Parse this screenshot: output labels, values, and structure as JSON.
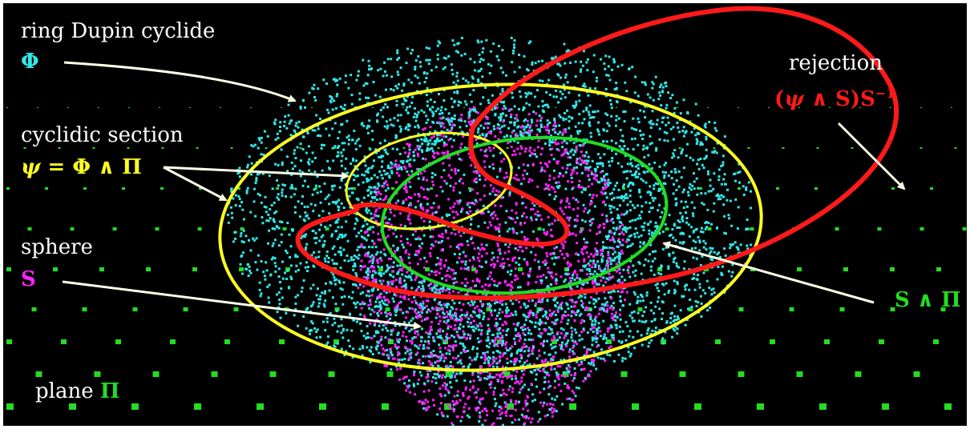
{
  "labels": {
    "cyclide": {
      "name": "ring Dupin cyclide",
      "symbol": "Φ"
    },
    "section": {
      "name": "cyclidic section",
      "symbol_lhs": "ψ",
      "symbol_rhs": " = Φ ∧ Π"
    },
    "sphere": {
      "name": "sphere",
      "symbol": "S"
    },
    "plane": {
      "name": "plane",
      "symbol": "Π"
    },
    "rejection": {
      "name": "rejection",
      "symbol_open": "(",
      "symbol_psi": "ψ",
      "symbol_rest": " ∧ S)S",
      "symbol_sup": "−1"
    },
    "meet": {
      "symbol": "S ∧ Π"
    }
  },
  "colors": {
    "background": "#000000",
    "cyclide": "#33e6e6",
    "sphere": "#ff22ff",
    "plane": "#22dd22",
    "section": "#ffff22",
    "rejection": "#ff1a1a",
    "meet": "#22dd22",
    "arrow": "#ffffe6",
    "text": "#ffffff"
  }
}
